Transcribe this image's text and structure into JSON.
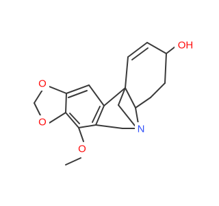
{
  "molecule": {
    "atoms": {
      "o_dioxole_top": "O",
      "o_dioxole_bottom": "O",
      "o_methoxy": "O",
      "n_amine": "N",
      "o_hydroxyl": "OH"
    },
    "colors": {
      "bond": "#3a3a3a",
      "oxygen": "#ff0d0d",
      "nitrogen": "#3050f8"
    }
  }
}
